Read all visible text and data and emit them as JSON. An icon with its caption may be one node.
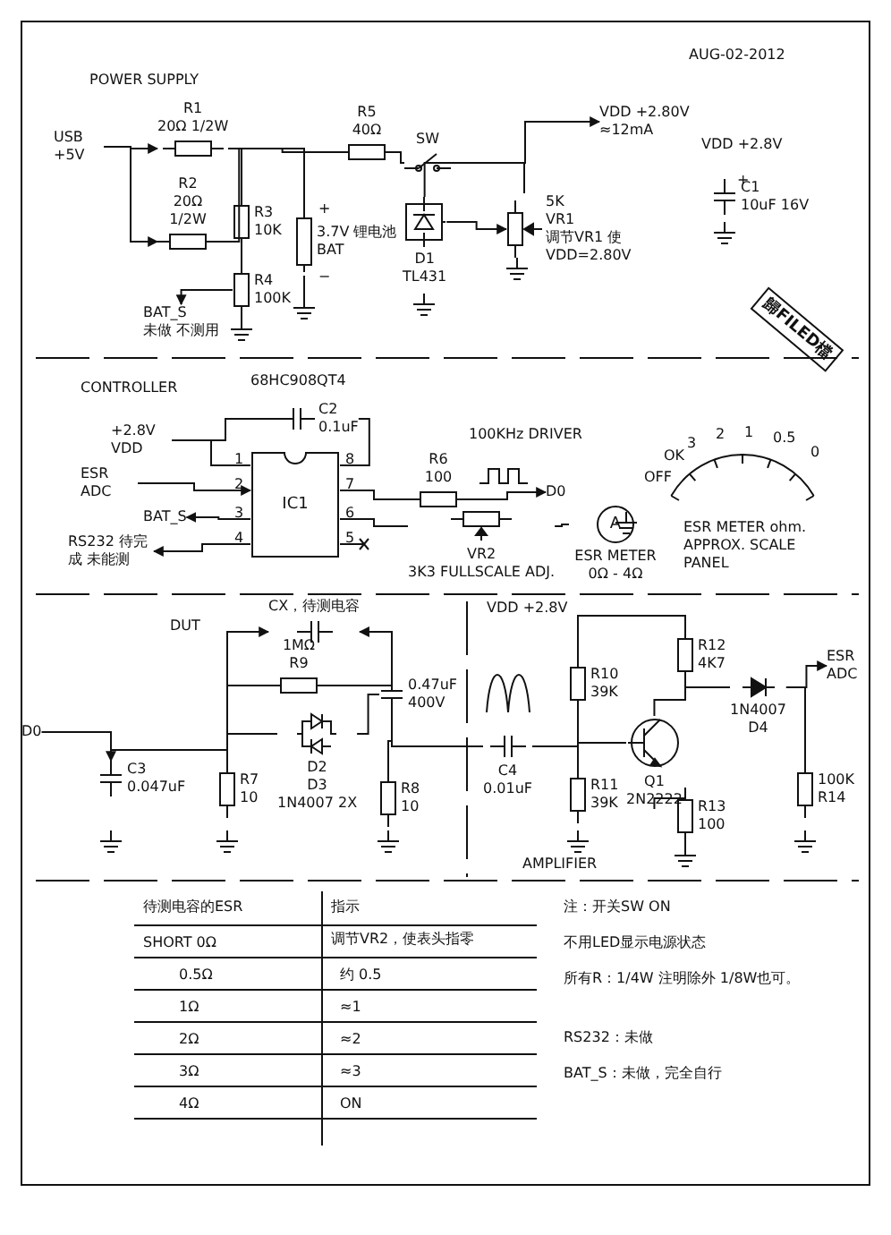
{
  "diagram": {
    "nodes": [
      {
        "text": [
          "USB +5V"
        ]
      },
      {
        "text": [
          "R1",
          "20Ω 1/2W"
        ]
      },
      {
        "text": [
          "R2",
          "20Ω",
          "1/2W"
        ]
      },
      {
        "text": [
          "R3",
          "10K"
        ]
      },
      {
        "text": [
          "R4",
          "100K"
        ]
      },
      {
        "text": [
          "BAT_S",
          "未做 不测用"
        ]
      },
      {
        "text": [
          "3.7V 锂电池",
          "BAT"
        ]
      },
      {
        "text": [
          "R5",
          "40Ω"
        ]
      },
      {
        "text": [
          "SW"
        ]
      },
      {
        "text": [
          "D1",
          "TL431"
        ]
      },
      {
        "text": [
          "5K",
          "VR1",
          "调节VR1 使VDD=2.80V"
        ]
      },
      {
        "text": [
          "VDD +2.80V ≈12mA"
        ]
      },
      {
        "text": [
          "C1",
          "10uF 16V"
        ]
      },
      {
        "text": [
          "IC1"
        ]
      },
      {
        "text": [
          "+2.8V VDD"
        ]
      },
      {
        "text": [
          "C2",
          "0.1uF"
        ]
      },
      {
        "text": [
          "ESR ADC"
        ]
      },
      {
        "text": [
          "BAT_S"
        ]
      },
      {
        "text": [
          "RS232 待完成 未能测"
        ]
      },
      {
        "text": [
          "R6",
          "100"
        ]
      },
      {
        "text": [
          "D0"
        ]
      },
      {
        "text": [
          "VR2",
          "3K3 FULLSCALE ADJ."
        ]
      },
      {
        "text": [
          "A",
          "ESR METER 0Ω - 4Ω"
        ]
      },
      {
        "text": [
          "D0"
        ]
      },
      {
        "text": [
          "C3",
          "0.047uF"
        ]
      },
      {
        "text": [
          "R7",
          "10"
        ]
      },
      {
        "text": [
          "CX，待测电容"
        ]
      },
      {
        "text": [
          "1MΩ",
          "R9"
        ]
      },
      {
        "text": [
          "D2",
          "D3",
          "1N4007 2X"
        ]
      },
      {
        "text": [
          "0.47uF 400V"
        ]
      },
      {
        "text": [
          "R8",
          "10"
        ]
      },
      {
        "text": [
          "C4",
          "0.01uF"
        ]
      },
      {
        "text": [
          "R10",
          "39K"
        ]
      },
      {
        "text": [
          "R11",
          "39K"
        ]
      },
      {
        "text": [
          "Q1",
          "2N2222"
        ]
      },
      {
        "text": [
          "R12",
          "4K7"
        ]
      },
      {
        "text": [
          "R13",
          "100"
        ]
      },
      {
        "text": [
          "1N4007",
          "D4"
        ]
      },
      {
        "text": [
          "ESR ADC"
        ]
      },
      {
        "text": [
          "100K",
          "R14"
        ]
      }
    ],
    "edges": [
      {
        "from": 0,
        "to": 1,
        "arrow": "to"
      },
      {
        "from": 0,
        "to": 2,
        "arrow": "to"
      },
      {
        "from": 2,
        "to": 1,
        "arrow": "none"
      },
      {
        "from": 1,
        "to": 3,
        "arrow": "none"
      },
      {
        "from": 3,
        "to": 4,
        "arrow": "none"
      },
      {
        "from": 4,
        "to": 5,
        "arrow": "to"
      },
      {
        "from": 1,
        "to": 6,
        "arrow": "none"
      },
      {
        "from": 1,
        "to": 7,
        "arrow": "none"
      },
      {
        "from": 7,
        "to": 8,
        "arrow": "none"
      },
      {
        "from": 8,
        "to": 9,
        "arrow": "none"
      },
      {
        "from": 9,
        "to": 10,
        "arrow": "to"
      },
      {
        "from": 8,
        "to": 10,
        "arrow": "none"
      },
      {
        "from": 8,
        "to": 11,
        "arrow": "to"
      },
      {
        "from": 14,
        "to": 13,
        "arrow": "none"
      },
      {
        "from": 14,
        "to": 15,
        "arrow": "none"
      },
      {
        "from": 15,
        "to": 13,
        "arrow": "none"
      },
      {
        "from": 16,
        "to": 13,
        "arrow": "to"
      },
      {
        "from": 13,
        "to": 17,
        "arrow": "to"
      },
      {
        "from": 13,
        "to": 18,
        "arrow": "to"
      },
      {
        "from": 13,
        "to": 19,
        "arrow": "none"
      },
      {
        "from": 19,
        "to": 20,
        "arrow": "to"
      },
      {
        "from": 13,
        "to": 21,
        "arrow": "none"
      },
      {
        "from": 21,
        "to": 22,
        "arrow": "none"
      },
      {
        "from": 23,
        "to": 24,
        "arrow": "to"
      },
      {
        "from": 24,
        "to": 25,
        "arrow": "none"
      },
      {
        "from": 25,
        "to": 27,
        "arrow": "none"
      },
      {
        "from": 25,
        "to": 28,
        "arrow": "none"
      },
      {
        "from": 25,
        "to": 26,
        "arrow": "to"
      },
      {
        "from": 29,
        "to": 26,
        "arrow": "to"
      },
      {
        "from": 27,
        "to": 29,
        "arrow": "none"
      },
      {
        "from": 28,
        "to": 29,
        "arrow": "none"
      },
      {
        "from": 29,
        "to": 30,
        "arrow": "none"
      },
      {
        "from": 29,
        "to": 31,
        "arrow": "none"
      },
      {
        "from": 31,
        "to": 32,
        "arrow": "none"
      },
      {
        "from": 31,
        "to": 33,
        "arrow": "none"
      },
      {
        "from": 32,
        "to": 34,
        "arrow": "none"
      },
      {
        "from": 32,
        "to": 35,
        "arrow": "none"
      },
      {
        "from": 35,
        "to": 34,
        "arrow": "none"
      },
      {
        "from": 34,
        "to": 36,
        "arrow": "none"
      },
      {
        "from": 35,
        "to": 37,
        "arrow": "none"
      },
      {
        "from": 37,
        "to": 39,
        "arrow": "none"
      },
      {
        "from": 37,
        "to": 38,
        "arrow": "to"
      }
    ],
    "labels": [
      "POWER SUPPLY",
      "AUG-02-2012",
      "+",
      "−",
      "+",
      "VDD +2.8V",
      "歸FILED檔",
      "CONTROLLER",
      "68HC908QT4",
      "1",
      "2",
      "3",
      "4",
      "8",
      "7",
      "6",
      "5",
      "100KHz DRIVER",
      "OFF",
      "OK",
      "3",
      "2",
      "1",
      "0.5",
      "0",
      "ESR METER ohm. APPROX. SCALE PANEL",
      "DUT",
      "VDD +2.8V",
      "AMPLIFIER",
      "待测电容的ESR",
      "指示",
      "SHORT 0Ω",
      "调节VR2，使表头指零",
      "0.5Ω",
      "约 0.5",
      "1Ω",
      "≈1",
      "2Ω",
      "≈2",
      "3Ω",
      "≈3",
      "4Ω",
      "ON",
      "注：开关SW ON",
      "不用LED显示电源状态",
      "所有R：1/4W 注明除外 1/8W也可。",
      "RS232：未做",
      "BAT_S：未做，完全自行"
    ]
  }
}
